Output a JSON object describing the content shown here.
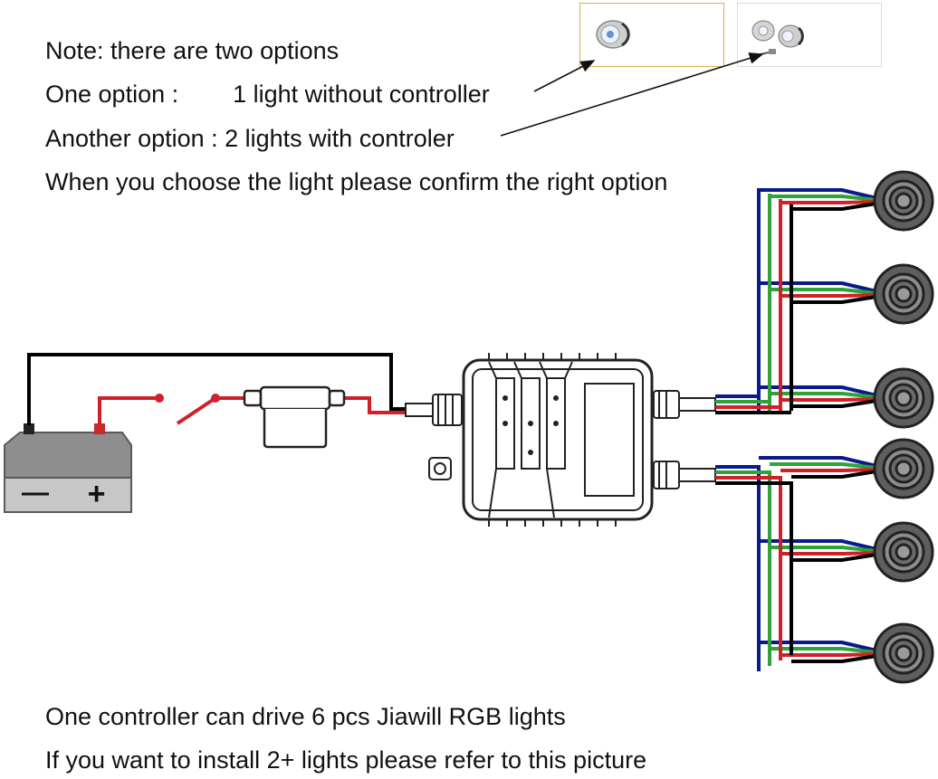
{
  "notes": [
    "Note: there are two options",
    "One option :        1 light without controller",
    "Another option : 2 lights with controler",
    "When you choose the light please confirm the right option"
  ],
  "footer": [
    "One controller can drive 6 pcs Jiawill RGB lights",
    "If you want to install 2+ lights please refer to this picture"
  ],
  "battery": {
    "minus": "—",
    "plus": "+"
  },
  "wire_colors": {
    "blue": "#0a1a8a",
    "green": "#2ea33a",
    "red": "#d0202a",
    "black": "#000000"
  },
  "options": [
    {
      "icon": "single-light-icon",
      "selected": true
    },
    {
      "icon": "light-with-controller-icon",
      "selected": false
    }
  ],
  "lights_count": 6
}
